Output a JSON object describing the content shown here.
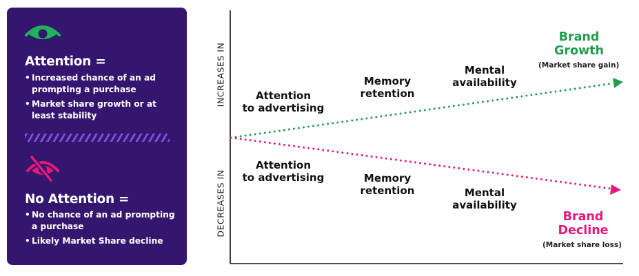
{
  "panel": {
    "attention": {
      "icon": "eye-icon",
      "heading": "Attention =",
      "bullets": [
        "Increased chance of an ad prompting a purchase",
        "Market share growth or at least stability"
      ]
    },
    "no_attention": {
      "icon": "eye-slash-icon",
      "heading": "No Attention =",
      "bullets": [
        "No chance of an ad prompting a purchase",
        "Likely Market Share decline"
      ]
    }
  },
  "diagram": {
    "y_axis_upper": "INCREASES IN",
    "y_axis_lower": "DECREASES IN",
    "upper_nodes": [
      "Attention to advertising",
      "Memory retention",
      "Mental availability"
    ],
    "upper_node_lines": [
      [
        "Attention",
        "to advertising"
      ],
      [
        "Memory",
        "retention"
      ],
      [
        "Mental",
        "availability"
      ]
    ],
    "lower_node_lines": [
      [
        "Attention",
        "to advertising"
      ],
      [
        "Memory",
        "retention"
      ],
      [
        "Mental",
        "availability"
      ]
    ],
    "growth": {
      "line1": "Brand",
      "line2": "Growth",
      "sub": "(Market share gain)"
    },
    "decline": {
      "line1": "Brand",
      "line2": "Decline",
      "sub": "(Market share loss)"
    }
  },
  "colors": {
    "panel_bg": "#34166e",
    "attention_icon": "#1fb35a",
    "no_attention_icon": "#e6197a",
    "growth": "#1f9e4e",
    "decline": "#e6197a",
    "divider": "#7a4fe0"
  }
}
